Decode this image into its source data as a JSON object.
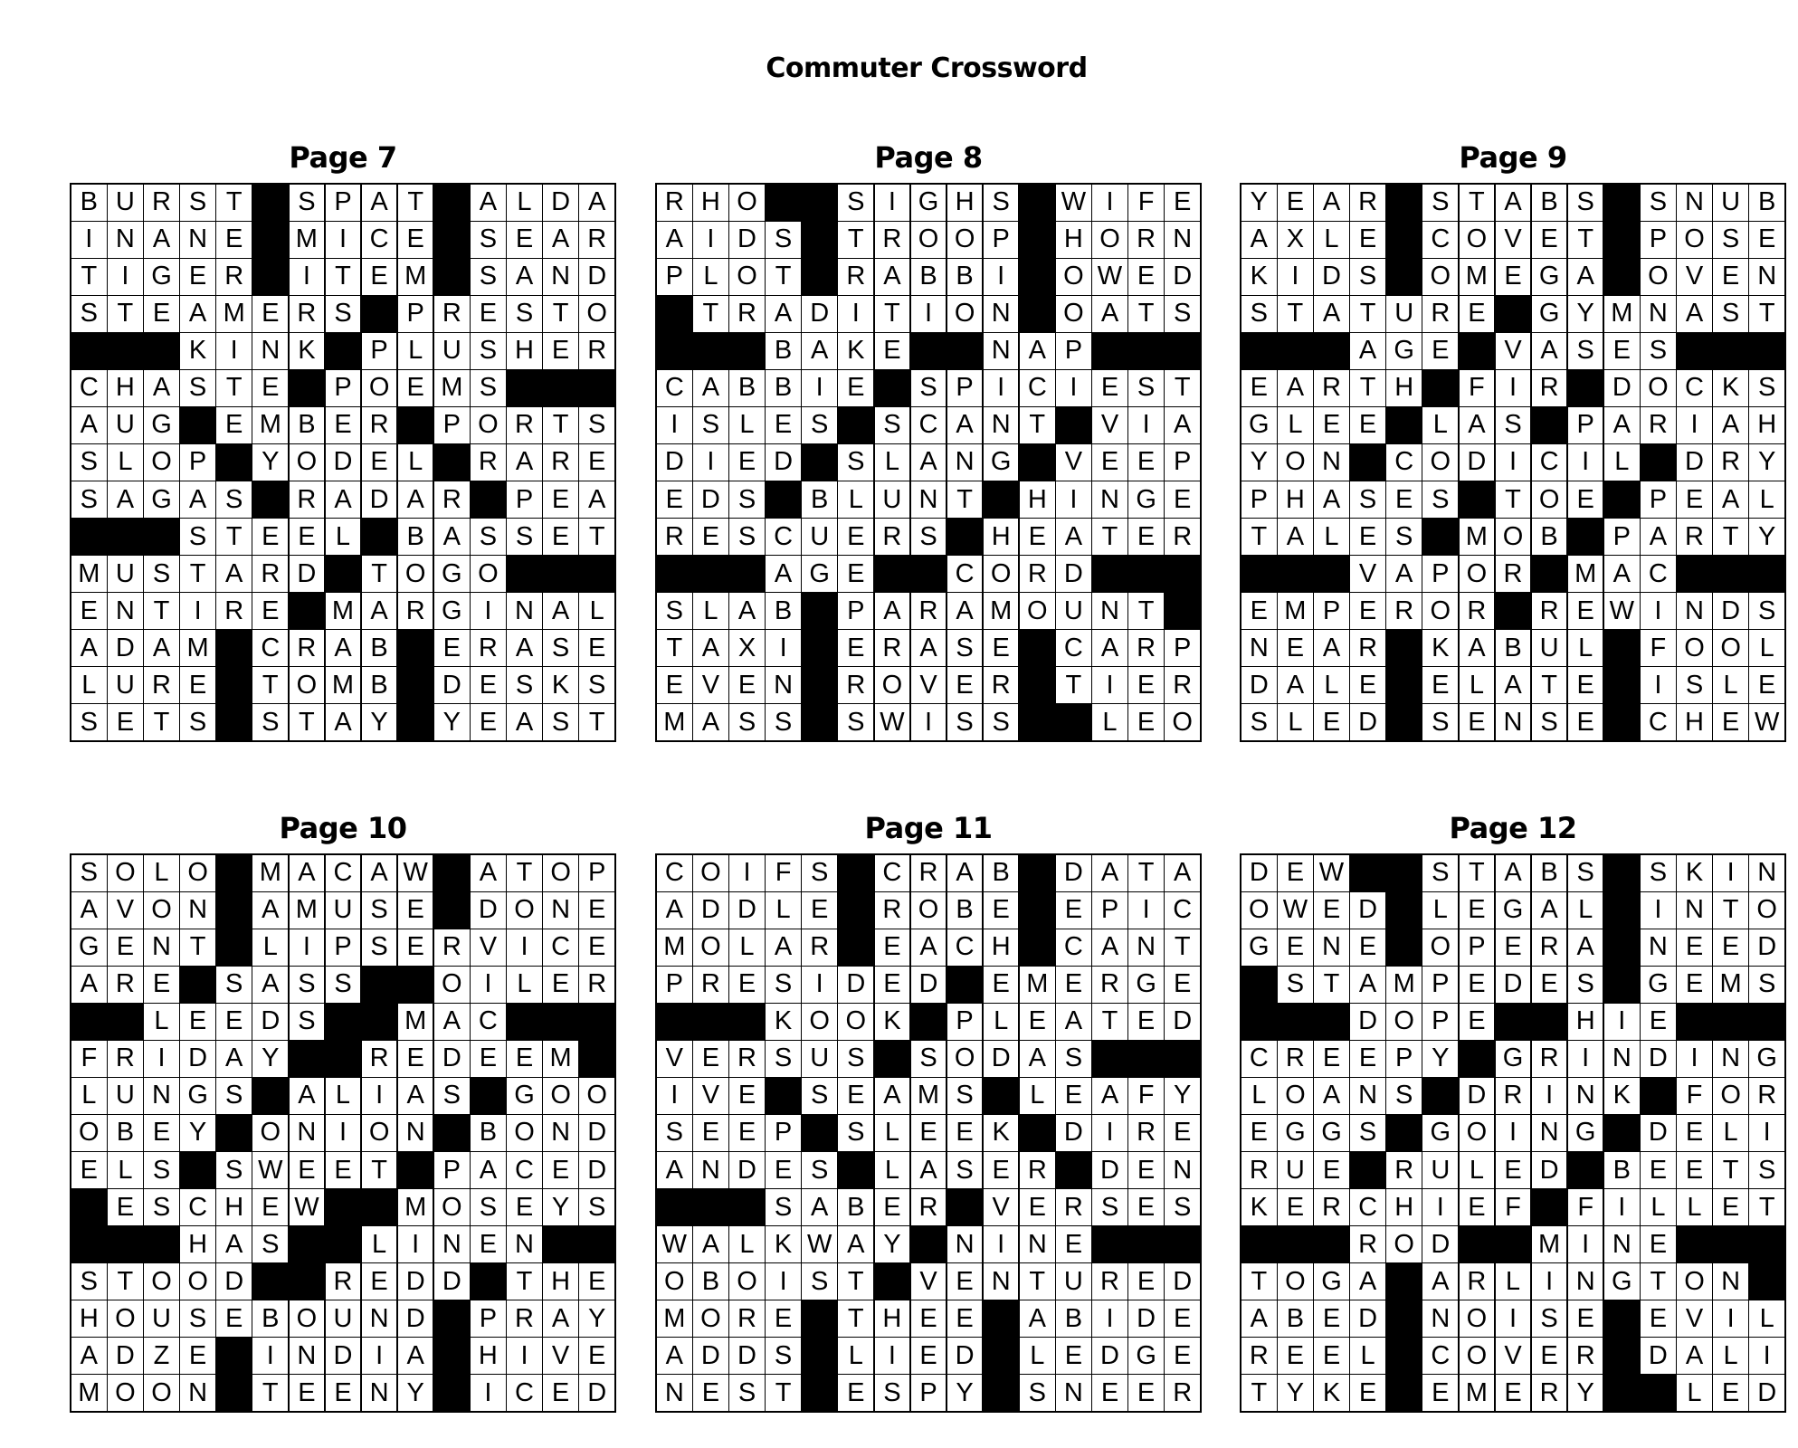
{
  "title": "Commuter Crossword",
  "puzzles": [
    {
      "label": "Page 7",
      "rows": [
        "BURST#SPAT#ALDA",
        "INANE#MICE#SEAR",
        "TIGER#ITEM#SAND",
        "STEAMERS#PRESTO",
        "###KINK#PLUSHER",
        "CHASTE#POEMS###",
        "AUG#EMBER#PORTS",
        "SLOP#YODEL#RARE",
        "SAGAS#RADAR#PEA",
        "###STEEL#BASSET",
        "MUSTARD#TOGO###",
        "ENTIRE#MARGINAL",
        "ADAM#CRAB#ERASE",
        "LURE#TOMB#DESKS",
        "SETS#STAY#YEAST"
      ]
    },
    {
      "label": "Page 8",
      "rows": [
        "RHO##SIGHS#WIFE",
        "AIDS#TROOP#HORN",
        "PLOT#RABBI#OWED",
        "#TRADITION#OATS",
        "###BAKE##NAP###",
        "CABBIE#SPICIEST",
        "ISLES#SCANT#VIA",
        "DIED#SLANG#VEEP",
        "EDS#BLUNT#HINGE",
        "RESCUERS#HEATER",
        "###AGE##CORD###",
        "SLAB#PARAMOUNT#",
        "TAXI#ERASE#CARP",
        "EVEN#ROVER#TIER",
        "MASS#SWISS##LEO"
      ]
    },
    {
      "label": "Page 9",
      "rows": [
        "YEAR#STABS#SNUB",
        "AXLE#COVET#POSE",
        "KIDS#OMEGA#OVEN",
        "STATURE#GYMNAST",
        "###AGE#VASES###",
        "EARTH#FIR#DOCKS",
        "GLEE#LAS#PARIAH",
        "YON#CODICIL#DRY",
        "PHASES#TOE#PEAL",
        "TALES#MOB#PARTY",
        "###VAPOR#MAC###",
        "EMPEROR#REWINDS",
        "NEAR#KABUL#FOOL",
        "DALE#ELATE#ISLE",
        "SLED#SENSE#CHEW"
      ]
    },
    {
      "label": "Page 10",
      "rows": [
        "SOLO#MACAW#ATOP",
        "AVON#AMUSE#DONE",
        "GENT#LIPSERVICE",
        "ARE#SASS##OILER",
        "##LEEDS##MAC###",
        "FRIDAY##REDEEM#",
        "LUNGS#ALIAS#GOO",
        "OBEY#ONION#BOND",
        "ELS#SWEET#PACED",
        "#ESCHEW##MOSEYS",
        "###HAS##LINEN##",
        "STOOD##REDD#THE",
        "HOUSEBOUND#PRAY",
        "ADZE#INDIA#HIVE",
        "MOON#TEENY#ICED"
      ]
    },
    {
      "label": "Page 11",
      "rows": [
        "COIFS#CRAB#DATA",
        "ADDLE#ROBE#EPIC",
        "MOLAR#EACH#CANT",
        "PRESIDED#EMERGE",
        "###KOOK#PLEATED",
        "VERSUS#SODAS###",
        "IVE#SEAMS#LEAFY",
        "SEEP#SLEEK#DIRE",
        "ANDES#LASER#DEN",
        "###SABER#VERSES",
        "WALKWAY#NINE###",
        "OBOIST#VENTURED",
        "MORE#THEE#ABIDE",
        "ADDS#LIED#LEDGE",
        "NEST#ESPY#SNEER"
      ]
    },
    {
      "label": "Page 12",
      "rows": [
        "DEW##STABS#SKIN",
        "OWED#LEGAL#INTO",
        "GENE#OPERA#NEED",
        "#STAMPEDES#GEMS",
        "###DOPE##HIE###",
        "CREEPY#GRINDING",
        "LOANS#DRINK#FOR",
        "EGGS#GOING#DELI",
        "RUE#RULED#BEETS",
        "KERCHIEF#FILLET",
        "###ROD##MINE###",
        "TOGA#ARLINGTON#",
        "ABED#NOISE#EVIL",
        "REEL#COVER#DALI",
        "TYKE#EMERY##LED"
      ]
    }
  ]
}
